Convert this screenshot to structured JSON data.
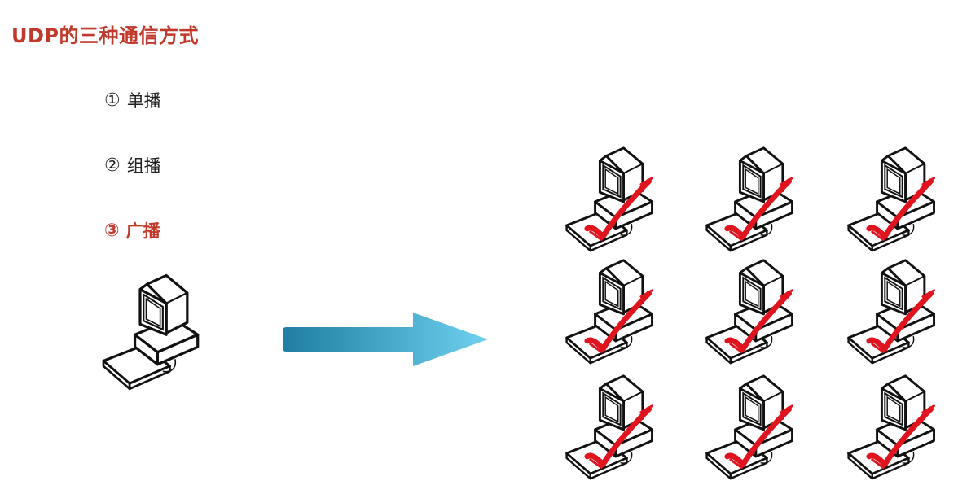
{
  "title": "UDP的三种通信方式",
  "items": [
    {
      "num": "①",
      "label": "单播"
    },
    {
      "num": "②",
      "label": "组播"
    },
    {
      "num": "③",
      "label": "广播"
    }
  ],
  "active_item": 3,
  "colors": {
    "accent": "#c0392b",
    "check": "#e0141e",
    "arrow_start": "#1f7ea1",
    "arrow_end": "#6fd0ef"
  },
  "icons": {
    "sender": "computer-icon",
    "receivers": "computer-icon",
    "status": "checkmark-icon",
    "direction": "arrow-right-icon"
  },
  "receiver_count": 9
}
